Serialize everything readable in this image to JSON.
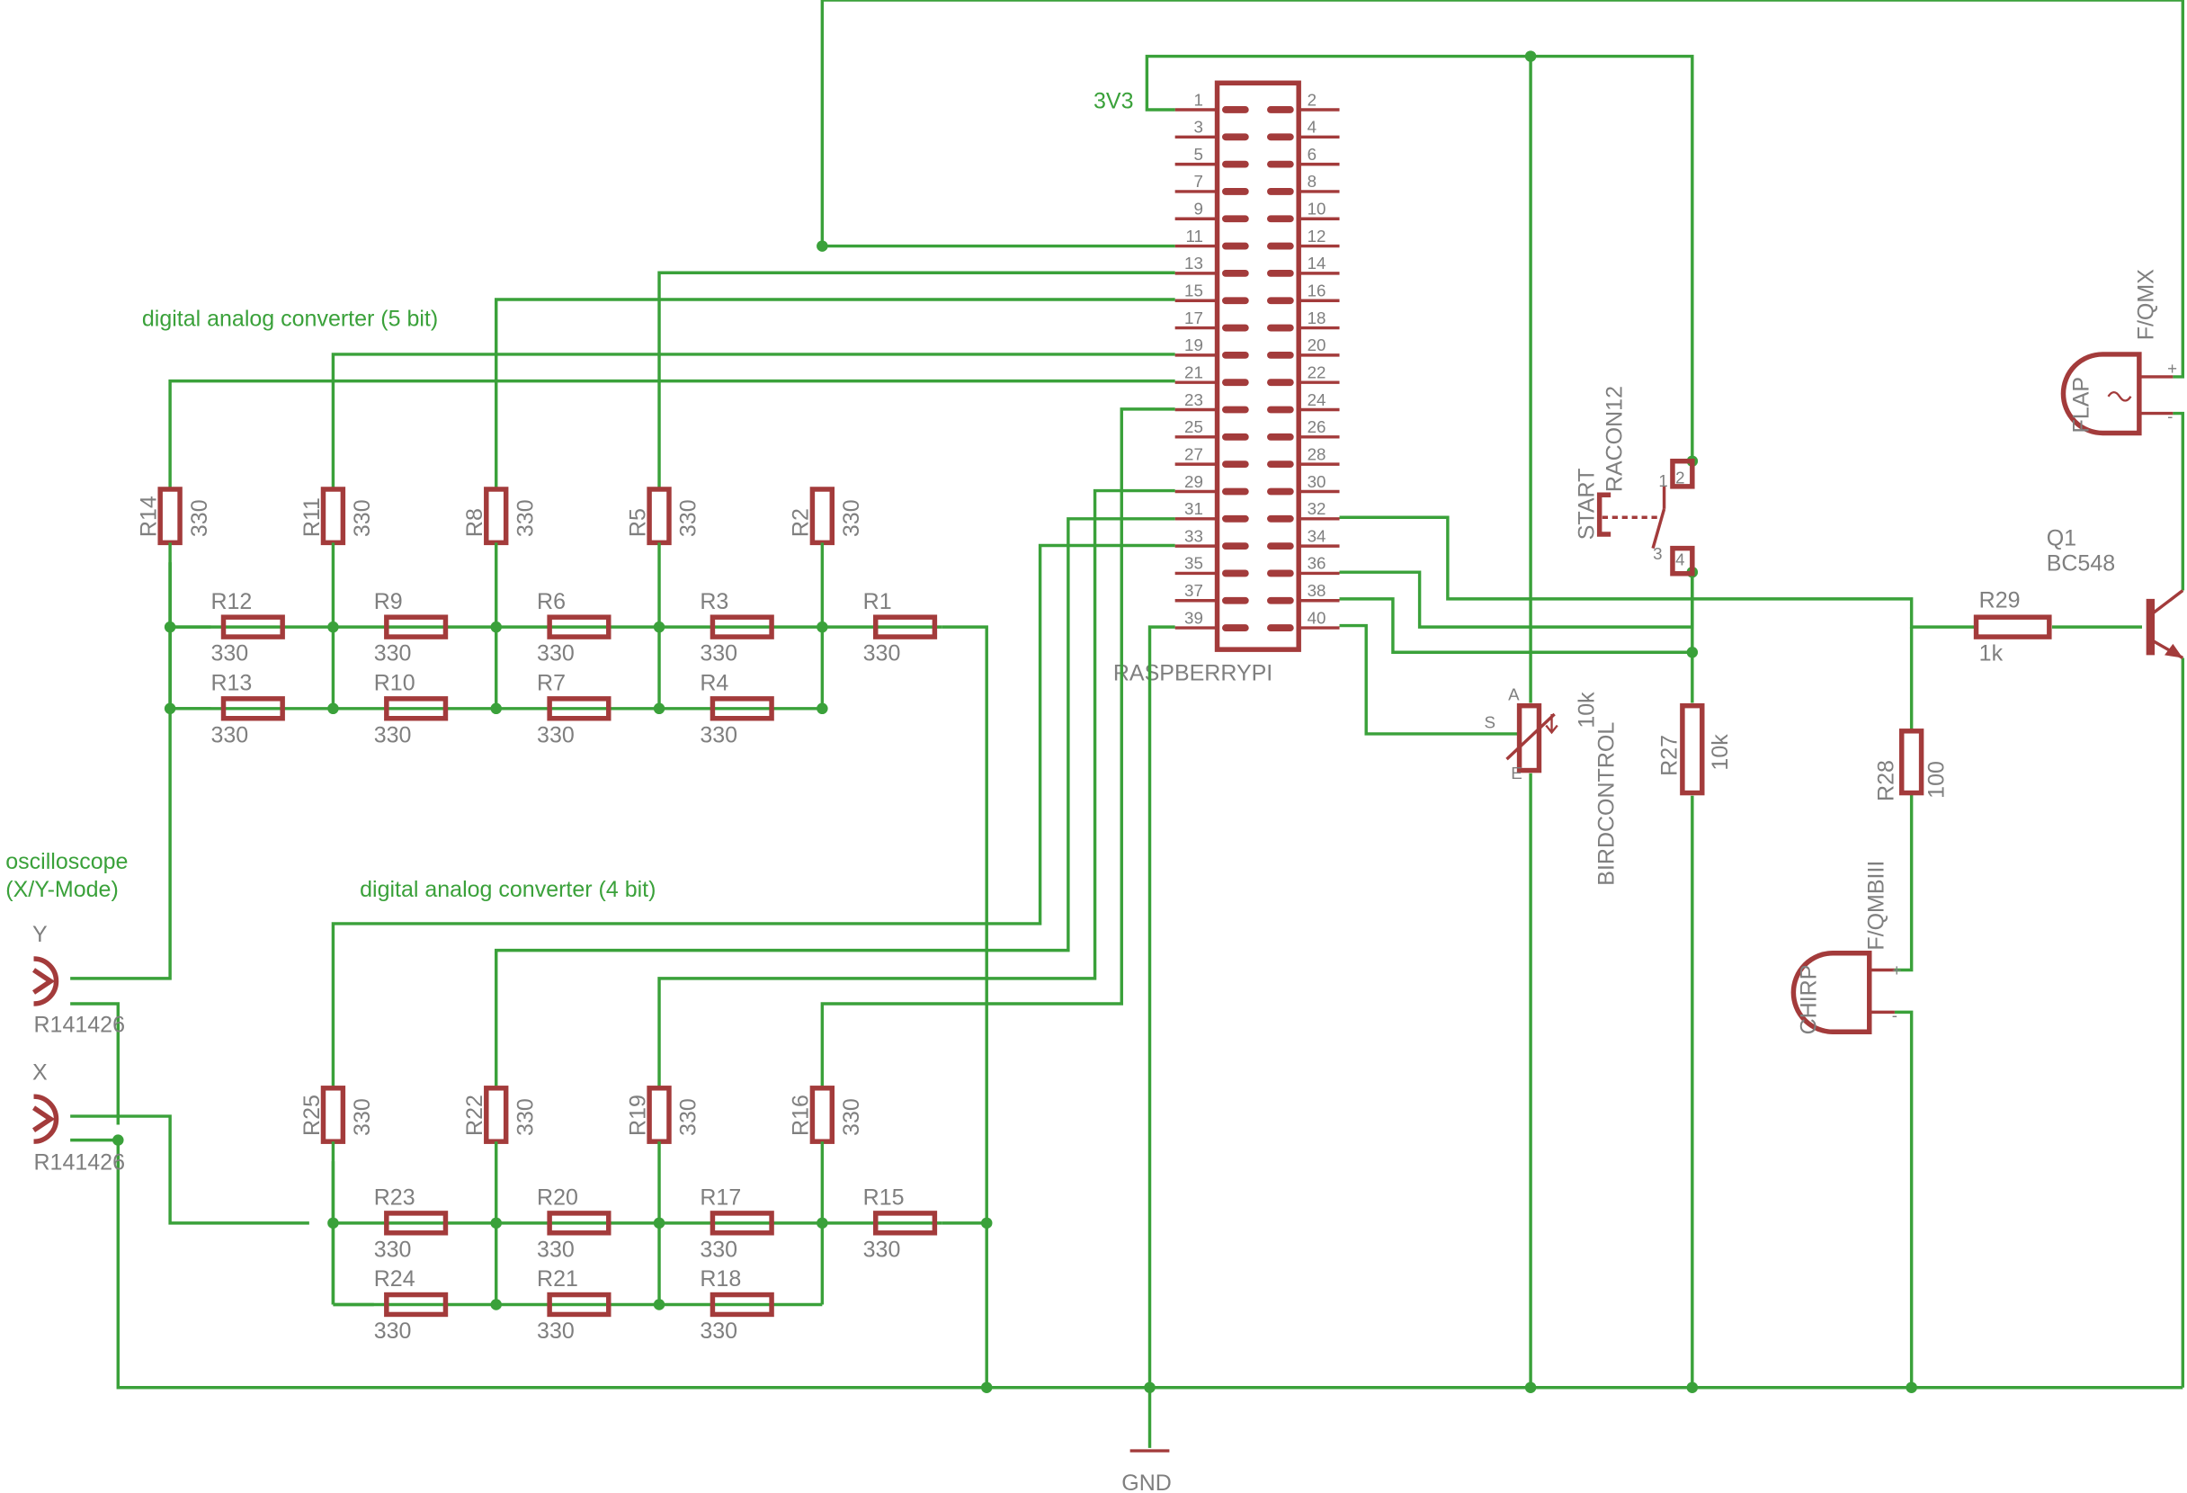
{
  "notes": {
    "dac5": "digital analog converter (5 bit)",
    "dac4": "digital analog converter (4 bit)",
    "scope1": "oscilloscope",
    "scope2": "(X/Y-Mode)",
    "v3": "3V3"
  },
  "rpi": {
    "name": "RASPBERRYPI",
    "pins": [
      "1",
      "2",
      "3",
      "4",
      "5",
      "6",
      "7",
      "8",
      "9",
      "10",
      "11",
      "12",
      "13",
      "14",
      "15",
      "16",
      "17",
      "18",
      "19",
      "20",
      "21",
      "22",
      "23",
      "24",
      "25",
      "26",
      "27",
      "28",
      "29",
      "30",
      "31",
      "32",
      "33",
      "34",
      "35",
      "36",
      "37",
      "38",
      "39",
      "40"
    ]
  },
  "dac5": {
    "vertical": [
      {
        "name": "R14",
        "value": "330"
      },
      {
        "name": "R11",
        "value": "330"
      },
      {
        "name": "R8",
        "value": "330"
      },
      {
        "name": "R5",
        "value": "330"
      },
      {
        "name": "R2",
        "value": "330"
      }
    ],
    "top": [
      {
        "name": "R12",
        "value": "330"
      },
      {
        "name": "R9",
        "value": "330"
      },
      {
        "name": "R6",
        "value": "330"
      },
      {
        "name": "R3",
        "value": "330"
      },
      {
        "name": "R1",
        "value": "330"
      }
    ],
    "bottom": [
      {
        "name": "R13",
        "value": "330"
      },
      {
        "name": "R10",
        "value": "330"
      },
      {
        "name": "R7",
        "value": "330"
      },
      {
        "name": "R4",
        "value": "330"
      }
    ]
  },
  "dac4": {
    "vertical": [
      {
        "name": "R25",
        "value": "330"
      },
      {
        "name": "R22",
        "value": "330"
      },
      {
        "name": "R19",
        "value": "330"
      },
      {
        "name": "R16",
        "value": "330"
      }
    ],
    "top": [
      {
        "name": "R23",
        "value": "330"
      },
      {
        "name": "R20",
        "value": "330"
      },
      {
        "name": "R17",
        "value": "330"
      },
      {
        "name": "R15",
        "value": "330"
      }
    ],
    "bottom": [
      {
        "name": "R24",
        "value": "330"
      },
      {
        "name": "R21",
        "value": "330"
      },
      {
        "name": "R18",
        "value": "330"
      }
    ]
  },
  "connectors": [
    {
      "axis": "Y",
      "part": "R141426"
    },
    {
      "axis": "X",
      "part": "R141426"
    }
  ],
  "switch": {
    "name": "START",
    "part": "RACON12",
    "pins": [
      "1",
      "2",
      "3",
      "4"
    ]
  },
  "pot": {
    "name": "BIRDCONTROL",
    "value": "10k",
    "pins": [
      "A",
      "S",
      "E"
    ]
  },
  "r27": {
    "name": "R27",
    "value": "10k"
  },
  "r28": {
    "name": "R28",
    "value": "100"
  },
  "r29": {
    "name": "R29",
    "value": "1k"
  },
  "q1": {
    "name": "Q1",
    "part": "BC548"
  },
  "flap": {
    "name": "FLAP",
    "part": "F/QMX",
    "plus": "+",
    "minus": "-"
  },
  "chirp": {
    "name": "CHIRP",
    "part": "F/QMBIII",
    "plus": "+",
    "minus": "-"
  },
  "gnd": "GND",
  "colors": {
    "wire": "#3aa13a",
    "part": "#a33b3b",
    "label": "#7f7f7f"
  }
}
